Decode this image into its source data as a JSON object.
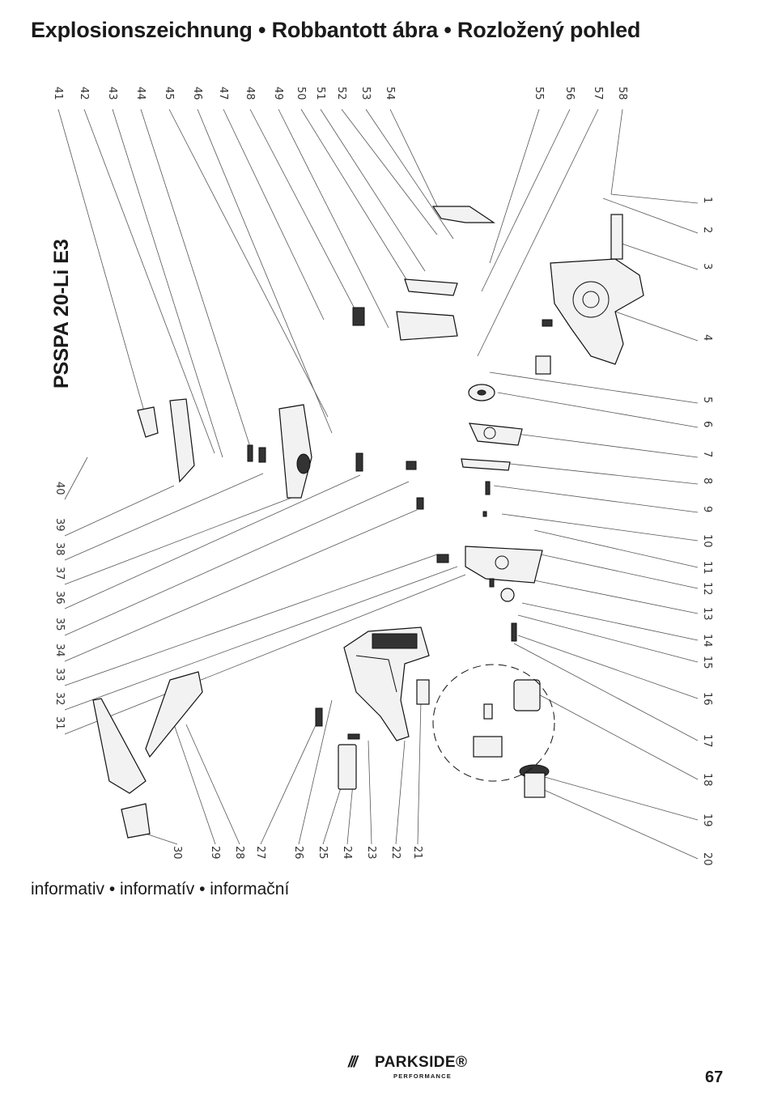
{
  "header": {
    "title": "Explosionszeichnung • Robbantott ábra • Rozložený pohled"
  },
  "diagram": {
    "model": "PSSPA 20-Li E3",
    "top_labels": [
      "41",
      "42",
      "43",
      "44",
      "45",
      "46",
      "47",
      "48",
      "49",
      "50",
      "51",
      "52",
      "53",
      "54",
      "55",
      "56",
      "57",
      "58"
    ],
    "right_labels": [
      "1",
      "2",
      "3",
      "4",
      "5",
      "6",
      "7",
      "8",
      "9",
      "10",
      "11",
      "12",
      "13",
      "14",
      "15",
      "16",
      "17",
      "18",
      "19",
      "20"
    ],
    "left_labels": [
      "40",
      "39",
      "38",
      "37",
      "36",
      "35",
      "34",
      "33",
      "32",
      "31"
    ],
    "bottom_labels": [
      "30",
      "29",
      "28",
      "27",
      "26",
      "25",
      "24",
      "23",
      "22",
      "21"
    ]
  },
  "footer": {
    "note": "informativ • informatív • informační",
    "brand_slashes": "///",
    "brand_name": "PARKSIDE®",
    "brand_sub": "PERFORMANCE",
    "page_number": "67"
  }
}
